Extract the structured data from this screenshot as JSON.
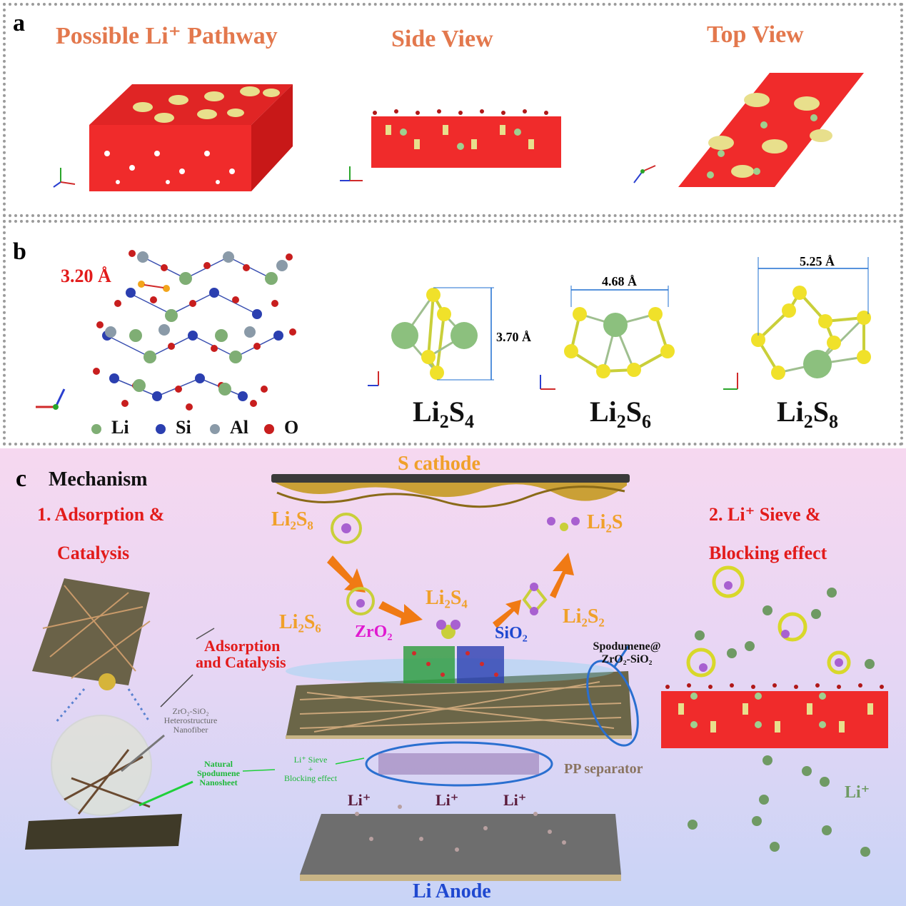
{
  "panel_a": {
    "letter": "a",
    "titles": [
      "Possible Li⁺ Pathway",
      "Side View",
      "Top View"
    ]
  },
  "panel_b": {
    "letter": "b",
    "distance_label": "3.20 Å",
    "legend": [
      {
        "label": "Li",
        "color": "#7fae74"
      },
      {
        "label": "Si",
        "color": "#2b3fb0"
      },
      {
        "label": "Al",
        "color": "#8a9aa8"
      },
      {
        "label": "O",
        "color": "#c81e1e"
      }
    ],
    "molecules": [
      {
        "base": "Li",
        "sub1": "2",
        "mid": "S",
        "sub2": "4",
        "dimension": "3.70 Å"
      },
      {
        "base": "Li",
        "sub1": "2",
        "mid": "S",
        "sub2": "6",
        "dimension": "4.68 Å"
      },
      {
        "base": "Li",
        "sub1": "2",
        "mid": "S",
        "sub2": "8",
        "dimension": "5.25 Å"
      }
    ]
  },
  "panel_c": {
    "letter": "c",
    "mechanism": "Mechanism",
    "step1_line1": "1. Adsorption &",
    "step1_line2": "Catalysis",
    "step2_line1": "2. Li⁺ Sieve &",
    "step2_line2": "Blocking effect",
    "cathode": "S cathode",
    "anode": "Li Anode",
    "species": {
      "li2s8": "Li₂S₈",
      "li2s": "Li₂S",
      "li2s6": "Li₂S₆",
      "li2s4": "Li₂S₄",
      "li2s2": "Li₂S₂"
    },
    "zro2": "ZrO₂",
    "sio2": "SiO₂",
    "adsorption_line1": "Adsorption",
    "adsorption_line2": "and Catalysis",
    "spodumene_line1": "Spodumene@",
    "spodumene_line2": "ZrO₂-SiO₂",
    "nanofiber_line1": "ZrO₂-SiO₂",
    "nanofiber_line2": "Heterostructure",
    "nanofiber_line3": "Nanofiber",
    "natural_line1": "Natural",
    "natural_line2": "Spodumene",
    "natural_line3": "Nanosheet",
    "sieve_line1": "Li⁺ Sieve",
    "sieve_line2": "+",
    "sieve_line3": "Blocking effect",
    "pp_separator": "PP separator",
    "li_ion": "Li⁺"
  }
}
